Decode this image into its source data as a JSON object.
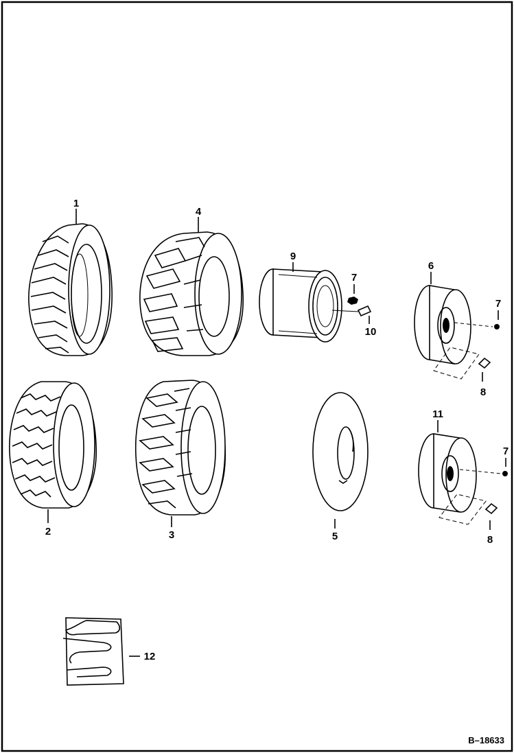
{
  "diagram": {
    "figure_number": "B–18633",
    "callouts": {
      "tire_1": "1",
      "tire_2": "2",
      "tire_3": "3",
      "tire_4": "4",
      "tube_5": "5",
      "wheel_6": "6",
      "nut_7a": "7",
      "nut_7b": "7",
      "nut_7c": "7",
      "stud_8a": "8",
      "stud_8b": "8",
      "rim_9": "9",
      "valve_10": "10",
      "wheel_11": "11",
      "tread_12": "12"
    }
  },
  "colors": {
    "line": "#000000",
    "paper": "#ffffff"
  }
}
